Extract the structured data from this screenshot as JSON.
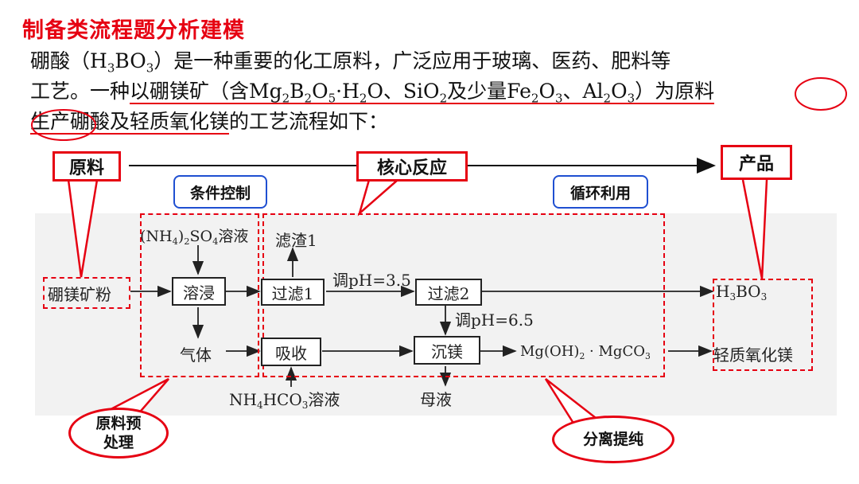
{
  "title": "制备类流程题分析建模",
  "intro": {
    "l1_a": "硼酸（H",
    "l1_sub1": "3",
    "l1_b": "BO",
    "l1_sub2": "3",
    "l1_c": "）是一种重要的化工原料，广泛应用于玻璃、医药、肥料等",
    "l2_a": "工艺。一种",
    "l2_ul_a": "以硼镁矿（含Mg",
    "l2_s1": "2",
    "l2_ul_b": "B",
    "l2_s2": "2",
    "l2_ul_c": "O",
    "l2_s3": "5",
    "l2_ul_d": "·H",
    "l2_s4": "2",
    "l2_ul_e": "O、SiO",
    "l2_s5": "2",
    "l2_ul_f": "及少量Fe",
    "l2_s6": "2",
    "l2_ul_g": "O",
    "l2_s7": "3",
    "l2_ul_h": "、Al",
    "l2_s8": "2",
    "l2_ul_i": "O",
    "l2_s9": "3",
    "l2_ul_j": "）为原料",
    "l3_ul": "生产硼酸及轻质氧化镁",
    "l3_rest": "的工艺流程如下："
  },
  "annotations": {
    "raw": "原料",
    "core": "核心反应",
    "product": "产品",
    "condition": "条件控制",
    "recycle": "循环利用",
    "pretreat": "原料预\n处理",
    "separate": "分离提纯"
  },
  "flow": {
    "ore": "硼镁矿粉",
    "leach": "溶浸",
    "filter1": "过滤1",
    "filter2": "过滤2",
    "absorb": "吸收",
    "precip": "沉镁",
    "reagent_top_a": "(NH",
    "reagent_top_s1": "4",
    "reagent_top_b": ")",
    "reagent_top_s2": "2",
    "reagent_top_c": "SO",
    "reagent_top_s3": "4",
    "reagent_top_d": "溶液",
    "residue": "滤渣1",
    "gas": "气体",
    "ph1": "调pH=3.5",
    "ph2": "调pH=6.5",
    "nh4_a": "NH",
    "nh4_s1": "4",
    "nh4_b": "HCO",
    "nh4_s2": "3",
    "nh4_c": "溶液",
    "mother": "母液",
    "mg_a": "Mg(OH)",
    "mg_s1": "2",
    "mg_b": " · MgCO",
    "mg_s2": "3",
    "h3bo3_a": "H",
    "h3bo3_s1": "3",
    "h3bo3_b": "BO",
    "h3bo3_s2": "3",
    "light_mgo": "轻质氧化镁"
  },
  "colors": {
    "accent": "#e60012",
    "blue": "#1f4fd1"
  }
}
